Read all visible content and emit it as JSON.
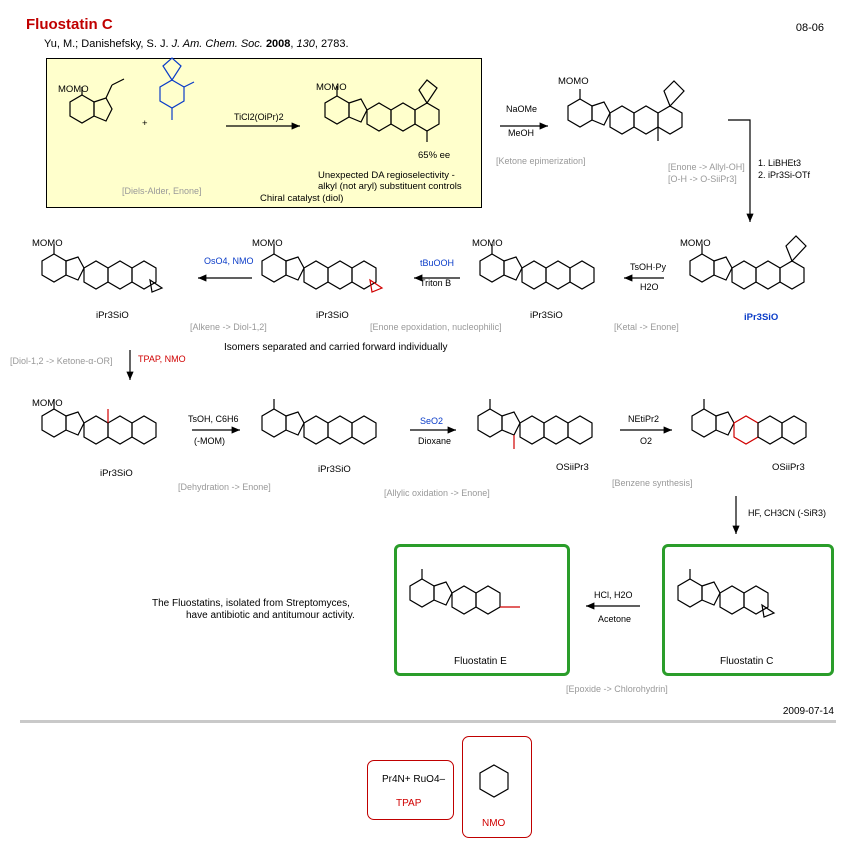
{
  "header": {
    "title": "Fluostatin C",
    "code": "08-06",
    "ref_authors": "Yu, M.; Danishefsky, S. J.",
    "ref_journal": "J. Am. Chem. Soc.",
    "ref_year": "2008",
    "ref_volume": "130",
    "ref_pages": ", 2783."
  },
  "step1": {
    "reagent": "TiCl2(OiPr)2",
    "label": "[Diels-Alder, Enone]",
    "ee": "65% ee",
    "note_line1": "Unexpected DA regioselectivity -",
    "note_line2": "alkyl (not aryl) substituent controls",
    "catalyst": "Chiral catalyst (diol)",
    "mom1": "MOMO",
    "mom2": "MOMO",
    "plus": "+"
  },
  "step2": {
    "reagent_top": "NaOMe",
    "reagent_bottom": "MeOH",
    "label": "[Ketone epimerization]",
    "mom": "MOMO"
  },
  "step3": {
    "reagent1": "1. LiBHEt3",
    "reagent2": "2. iPr3Si-OTf",
    "label1": "[Enone -> Allyl-OH]",
    "label2": "[O-H -> O-SiiPr3]",
    "tips": "iPr3SiO",
    "mom": "MOMO"
  },
  "step4": {
    "reagent_top": "TsOH·Py",
    "reagent_bottom": "H2O",
    "label": "[Ketal -> Enone]",
    "mom": "MOMO",
    "tips": "iPr3SiO"
  },
  "step5": {
    "reagent_top": "tBuOOH",
    "reagent_bottom": "Triton B",
    "label": "[Enone epoxidation, nucleophilic]",
    "mom": "MOMO",
    "tips": "iPr3SiO"
  },
  "step6": {
    "reagent_top": "OsO4, NMO",
    "label": "[Alkene -> Diol-1,2]",
    "mom": "MOMO",
    "tips": "iPr3SiO",
    "isomer_note": "Isomers separated and carried forward individually"
  },
  "step7": {
    "label": "[Diol-1,2 -> Ketone-α-OR]",
    "reagent": "TPAP, NMO",
    "mom": "MOMO",
    "tips": "iPr3SiO"
  },
  "step8": {
    "reagent_top": "TsOH, C6H6",
    "reagent_bottom": "(-MOM)",
    "label": "[Dehydration -> Enone]",
    "tips": "iPr3SiO"
  },
  "step9": {
    "reagent_top": "SeO2",
    "reagent_bottom": "Dioxane",
    "label": "[Allylic oxidation -> Enone]",
    "tips": "OSiiPr3"
  },
  "step10": {
    "reagent_top": "NEtiPr2",
    "reagent_bottom": "O2",
    "label": "[Benzene synthesis]",
    "tips": "OSiiPr3"
  },
  "step11": {
    "reagent": "HF, CH3CN (-SiR3)"
  },
  "step12": {
    "reagent_top": "HCl, H2O",
    "reagent_bottom": "Acetone",
    "label": "[Epoxide -> Chlorohydrin]"
  },
  "products": {
    "fluostatin_e": "Fluostatin E",
    "fluostatin_c": "Fluostatin C"
  },
  "description_line1": "The Fluostatins, isolated from Streptomyces,",
  "description_line2": "have antibiotic and antitumour activity.",
  "footer": {
    "date": "2009-07-14",
    "tpap_formula": "Pr4N+ RuO4–",
    "tpap_label": "TPAP",
    "nmo_label": "NMO"
  },
  "colors": {
    "title": "#c00000",
    "highlight_box": "#ffffcc",
    "product_box": "#2a9d2a",
    "reagent_box": "#c00000",
    "label_grey": "#999999",
    "blue_reagent": "#0a3cc8"
  }
}
